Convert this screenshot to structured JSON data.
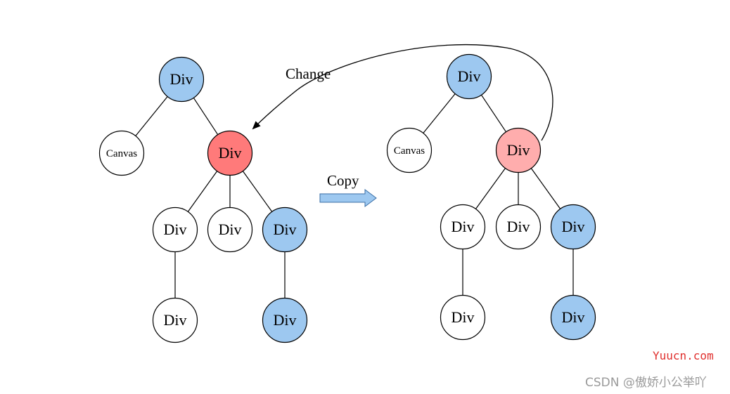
{
  "colors": {
    "blue": "#9DC8F0",
    "red": "#FF7A7A",
    "pink": "#FFADAD",
    "white": "#FFFFFF",
    "arrow_fill": "#9DC8F0"
  },
  "annotations": {
    "change": "Change",
    "copy": "Copy"
  },
  "watermarks": {
    "site": "Yuucn.com",
    "author": "CSDN @傲娇小公举吖"
  },
  "left_tree": {
    "nodes": [
      {
        "id": "root",
        "label": "Div",
        "fill": "blue"
      },
      {
        "id": "canvas",
        "label": "Canvas",
        "fill": "white"
      },
      {
        "id": "changed",
        "label": "Div",
        "fill": "red"
      },
      {
        "id": "child1",
        "label": "Div",
        "fill": "white"
      },
      {
        "id": "child2",
        "label": "Div",
        "fill": "white"
      },
      {
        "id": "child3",
        "label": "Div",
        "fill": "blue"
      },
      {
        "id": "grandchild1",
        "label": "Div",
        "fill": "white"
      },
      {
        "id": "grandchild3",
        "label": "Div",
        "fill": "blue"
      }
    ],
    "edges": [
      [
        "root",
        "canvas"
      ],
      [
        "root",
        "changed"
      ],
      [
        "changed",
        "child1"
      ],
      [
        "changed",
        "child2"
      ],
      [
        "changed",
        "child3"
      ],
      [
        "child1",
        "grandchild1"
      ],
      [
        "child3",
        "grandchild3"
      ]
    ]
  },
  "right_tree": {
    "nodes": [
      {
        "id": "root",
        "label": "Div",
        "fill": "blue"
      },
      {
        "id": "canvas",
        "label": "Canvas",
        "fill": "white"
      },
      {
        "id": "copied",
        "label": "Div",
        "fill": "pink"
      },
      {
        "id": "child1",
        "label": "Div",
        "fill": "white"
      },
      {
        "id": "child2",
        "label": "Div",
        "fill": "white"
      },
      {
        "id": "child3",
        "label": "Div",
        "fill": "blue"
      },
      {
        "id": "grandchild1",
        "label": "Div",
        "fill": "white"
      },
      {
        "id": "grandchild3",
        "label": "Div",
        "fill": "blue"
      }
    ],
    "edges": [
      [
        "root",
        "canvas"
      ],
      [
        "root",
        "copied"
      ],
      [
        "copied",
        "child1"
      ],
      [
        "copied",
        "child2"
      ],
      [
        "copied",
        "child3"
      ],
      [
        "child1",
        "grandchild1"
      ],
      [
        "child3",
        "grandchild3"
      ]
    ]
  }
}
